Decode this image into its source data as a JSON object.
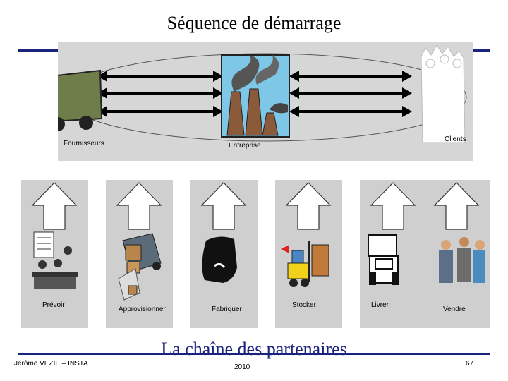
{
  "title": "Séquence de démarrage",
  "top": {
    "suppliers_label": "Fournisseurs",
    "company_label": "Entreprise",
    "clients_label": "Clients"
  },
  "steps": [
    {
      "label": "Prévoir",
      "icon": "planning-meeting-icon"
    },
    {
      "label": "Approvisionner",
      "icon": "delivery-truck-icon"
    },
    {
      "label": "Fabriquer",
      "icon": "manufacturing-icon"
    },
    {
      "label": "Stocker",
      "icon": "forklift-icon"
    },
    {
      "label": "Livrer",
      "icon": "semi-truck-icon"
    },
    {
      "label": "Vendre",
      "icon": "handshake-icon"
    }
  ],
  "subtitle": "La chaîne des partenaires",
  "footer": {
    "author": "Jérôme VEZIE – INSTA",
    "year": "2010",
    "page": "67"
  },
  "colors": {
    "rule": "#1a237e",
    "panel": "#d6d6d6",
    "step_bg": "#cfcfcf"
  }
}
